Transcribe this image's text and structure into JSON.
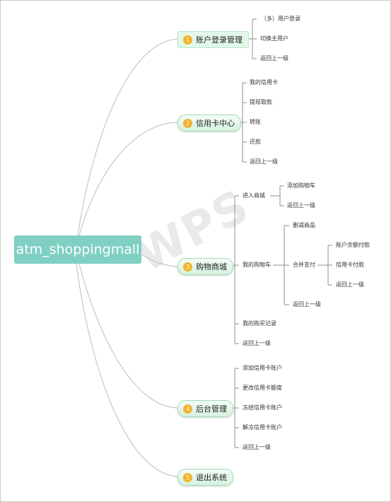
{
  "root": "atm_shoppingmall",
  "watermark": "WPS",
  "branches": [
    {
      "num": "1",
      "label": "账户登录管理",
      "children": [
        "（多）用户登录",
        "切换主用户",
        "返回上一级"
      ]
    },
    {
      "num": "2",
      "label": "信用卡中心",
      "children": [
        "我的信用卡",
        "提现取款",
        "转账",
        "还款",
        "返回上一级"
      ]
    },
    {
      "num": "3",
      "label": "购物商城",
      "children": [
        "进入商城",
        "我的购物车",
        "我的购买记录",
        "返回上一级"
      ],
      "enter_mall": [
        "添加购物车",
        "返回上一级"
      ],
      "cart": [
        "删减商品",
        "合并支付",
        "返回上一级"
      ],
      "pay": [
        "账户余额付款",
        "信用卡付款",
        "返回上一级"
      ]
    },
    {
      "num": "4",
      "label": "后台管理",
      "children": [
        "添加信用卡账户",
        "更改信用卡额度",
        "冻结信用卡账户",
        "解冻信用卡账户",
        "返回上一级"
      ]
    },
    {
      "num": "5",
      "label": "退出系统",
      "children": []
    }
  ]
}
